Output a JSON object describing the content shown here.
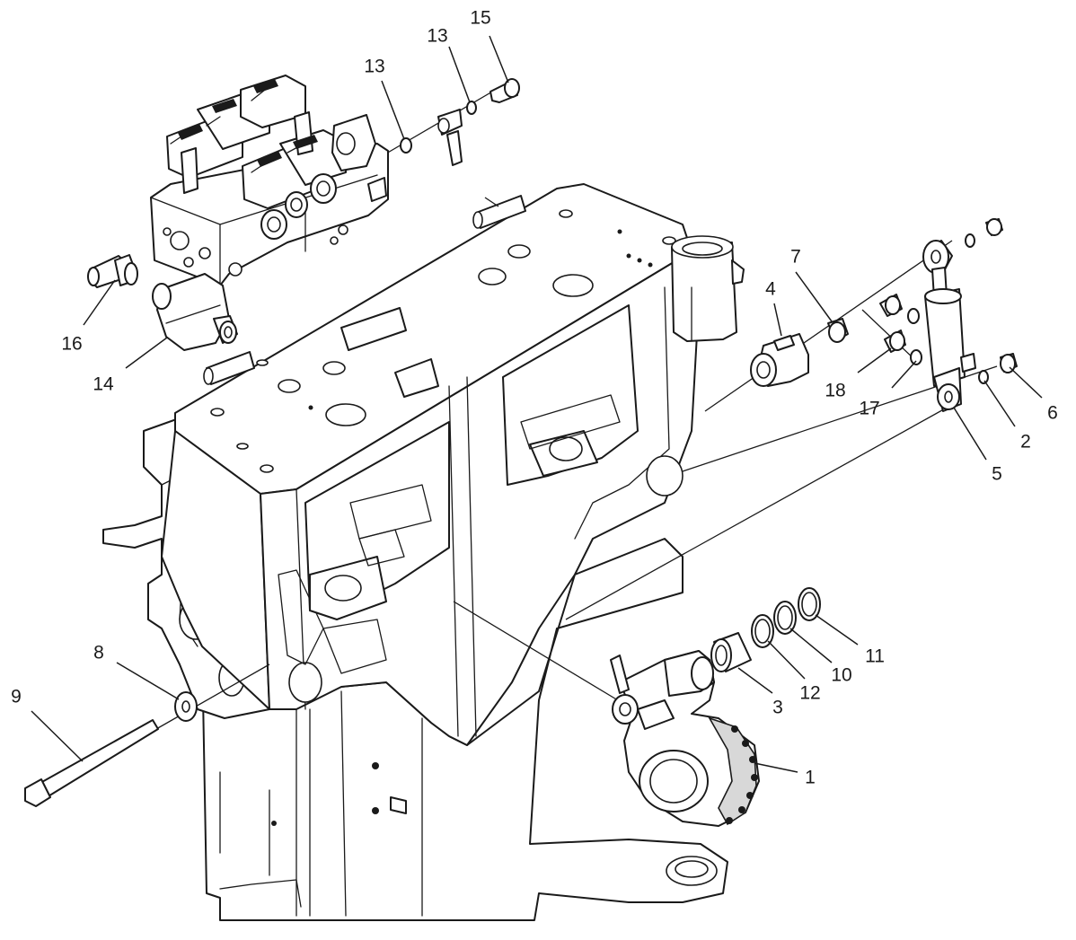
{
  "callouts": [
    {
      "id": "c15",
      "text": "15"
    },
    {
      "id": "c13a",
      "text": "13"
    },
    {
      "id": "c13b",
      "text": "13"
    },
    {
      "id": "c7",
      "text": "7"
    },
    {
      "id": "c4",
      "text": "4"
    },
    {
      "id": "c16",
      "text": "16"
    },
    {
      "id": "c14",
      "text": "14"
    },
    {
      "id": "c18",
      "text": "18"
    },
    {
      "id": "c17",
      "text": "17"
    },
    {
      "id": "c6",
      "text": "6"
    },
    {
      "id": "c2",
      "text": "2"
    },
    {
      "id": "c5",
      "text": "5"
    },
    {
      "id": "c8",
      "text": "8"
    },
    {
      "id": "c9",
      "text": "9"
    },
    {
      "id": "c11",
      "text": "11"
    },
    {
      "id": "c10",
      "text": "10"
    },
    {
      "id": "c12",
      "text": "12"
    },
    {
      "id": "c3",
      "text": "3"
    },
    {
      "id": "c1",
      "text": "1"
    }
  ]
}
